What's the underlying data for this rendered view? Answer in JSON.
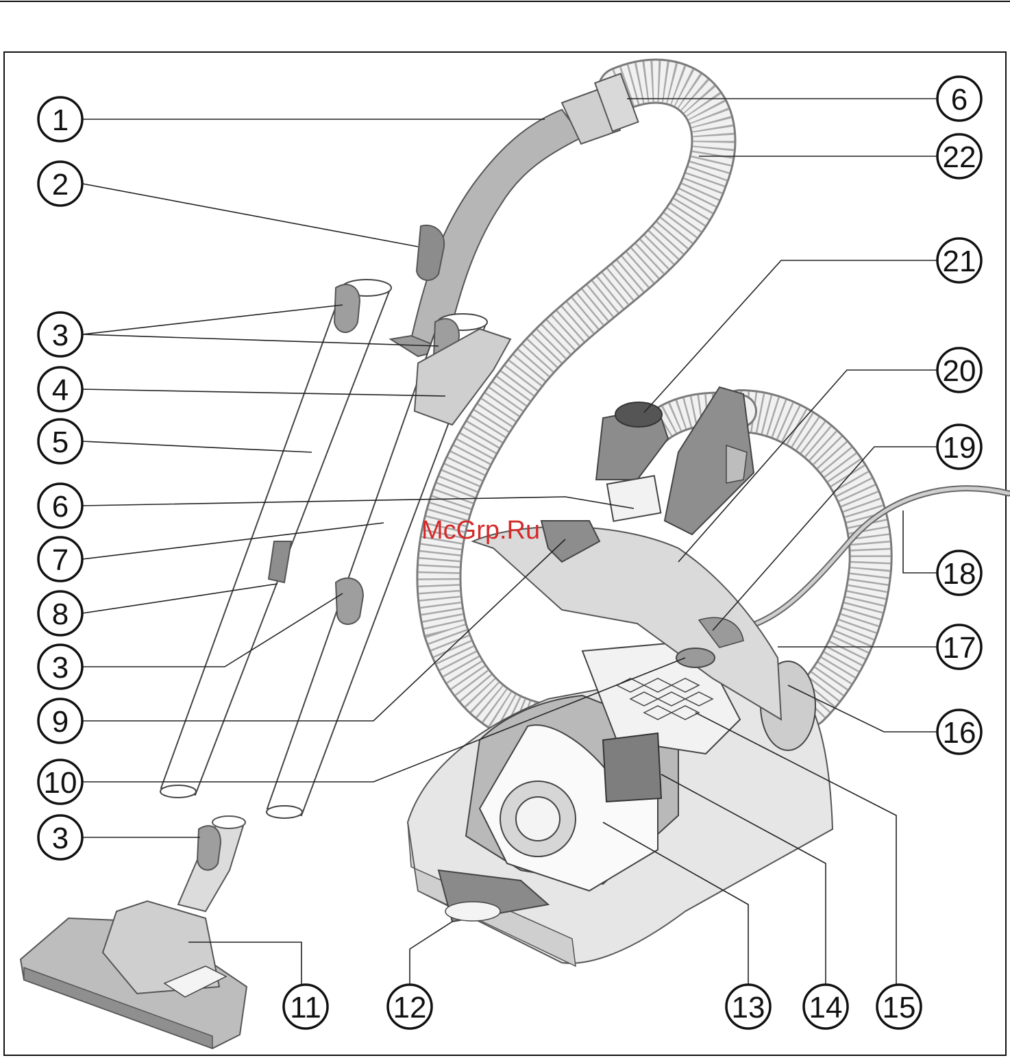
{
  "watermark": "McGrp.Ru",
  "callouts": [
    "1",
    "2",
    "3",
    "4",
    "5",
    "6",
    "7",
    "8",
    "9",
    "10",
    "11",
    "12",
    "13",
    "14",
    "15",
    "16",
    "17",
    "18",
    "19",
    "20",
    "21",
    "22"
  ],
  "colors": {
    "hose": "#f1f1f1",
    "hose_ridge": "#a8a8a8",
    "handle": "#b6b6b6",
    "tube": "#ffffff",
    "body": "#e6e6e6",
    "body_dark": "#9a9a9a",
    "watermark": "#d42a2a"
  }
}
